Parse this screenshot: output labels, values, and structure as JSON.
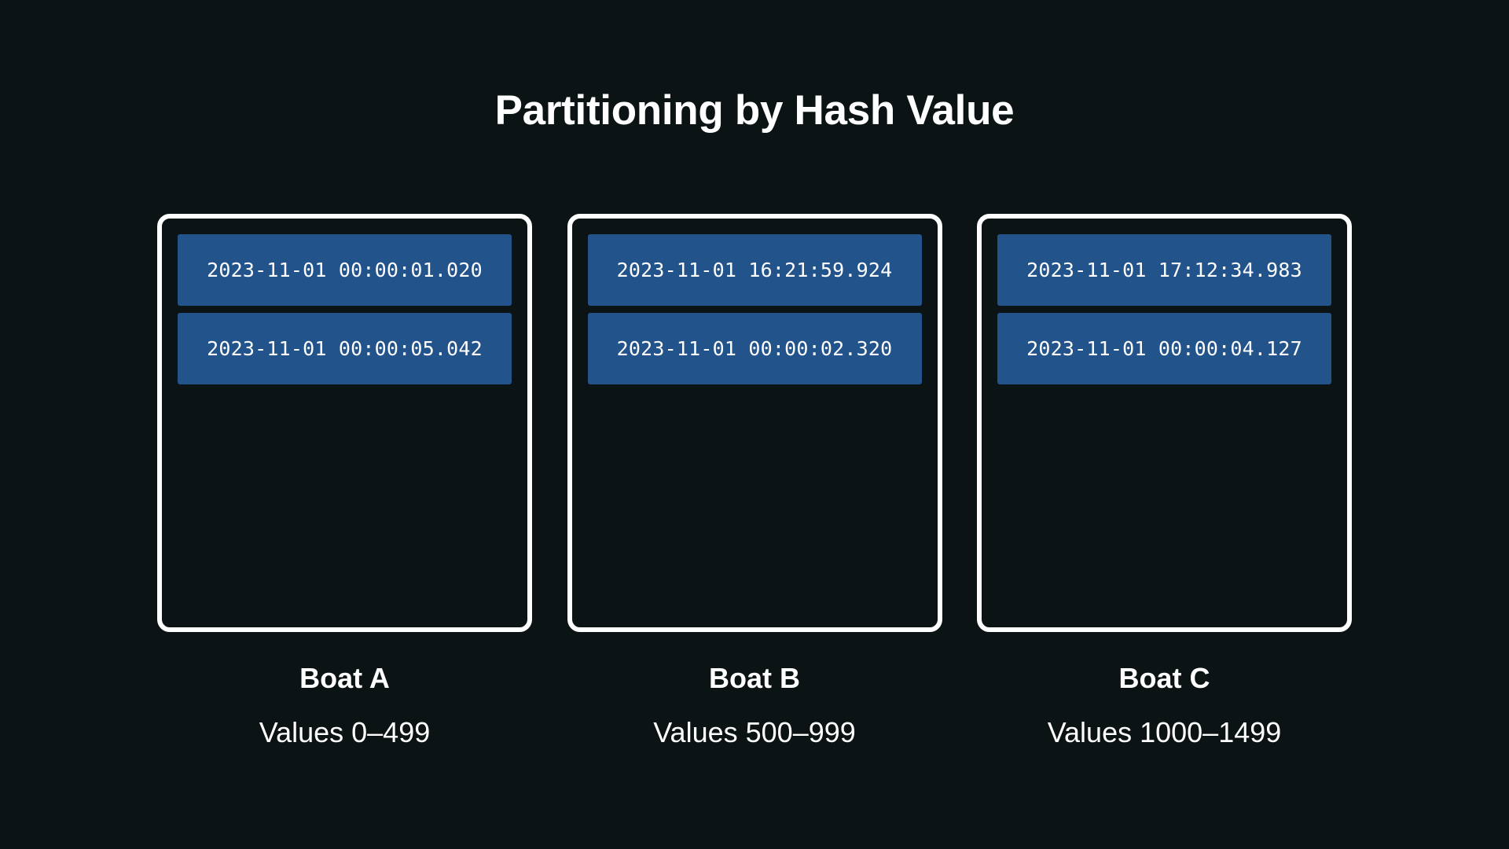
{
  "diagram": {
    "title": "Partitioning by Hash Value",
    "background_color": "#0b1315",
    "border_color": "#ffffff",
    "record_color": "#23538b",
    "text_color": "#ffffff",
    "partitions": [
      {
        "name": "Boat A",
        "range": "Values 0–499",
        "records": [
          "2023-11-01 00:00:01.020",
          "2023-11-01 00:00:05.042"
        ]
      },
      {
        "name": "Boat B",
        "range": "Values 500–999",
        "records": [
          "2023-11-01 16:21:59.924",
          "2023-11-01 00:00:02.320"
        ]
      },
      {
        "name": "Boat C",
        "range": "Values 1000–1499",
        "records": [
          "2023-11-01 17:12:34.983",
          "2023-11-01 00:00:04.127"
        ]
      }
    ]
  }
}
